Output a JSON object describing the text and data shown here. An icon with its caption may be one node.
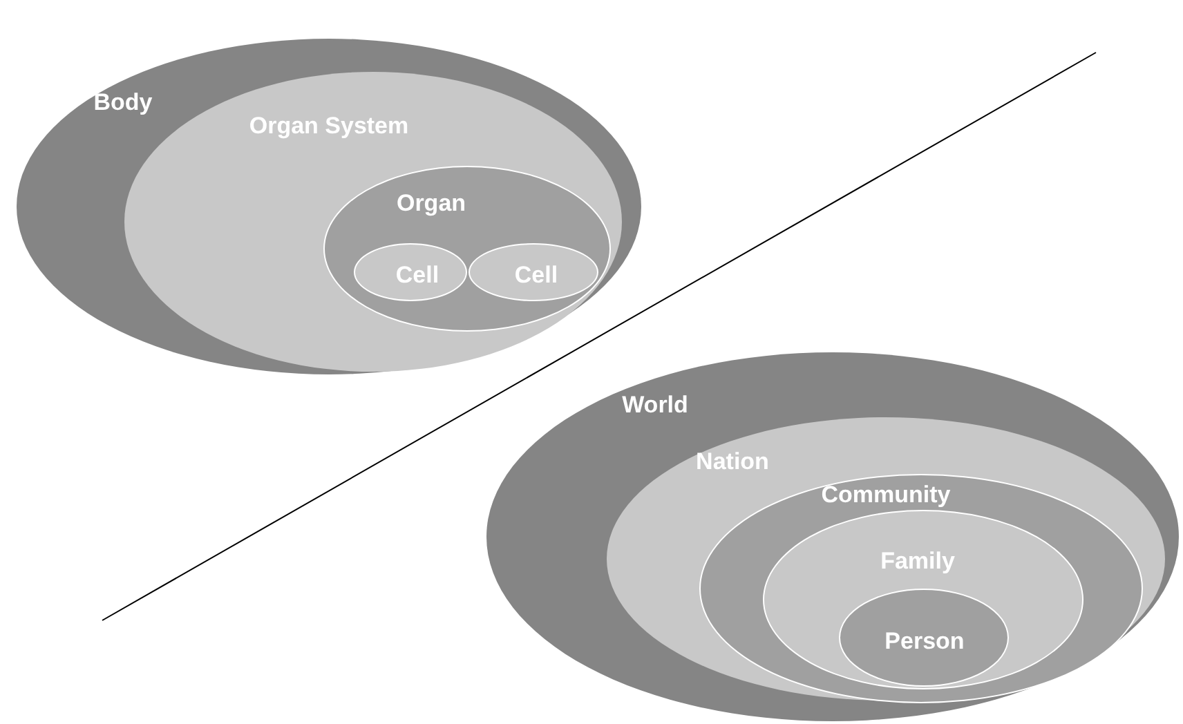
{
  "diagram": {
    "nodes": [
      {
        "text": [
          "Body"
        ]
      },
      {
        "text": [
          "Organ System"
        ],
        "in": 0
      },
      {
        "text": [
          "Organ"
        ],
        "in": 1
      },
      {
        "text": [
          "Cell"
        ],
        "in": 2
      },
      {
        "text": [
          "Cell"
        ],
        "in": 2
      },
      {
        "text": [
          "World"
        ]
      },
      {
        "text": [
          "Nation"
        ],
        "in": 5
      },
      {
        "text": [
          "Community"
        ],
        "in": 6
      },
      {
        "text": [
          "Family"
        ],
        "in": 7
      },
      {
        "text": [
          "Person"
        ],
        "in": 8
      }
    ]
  }
}
